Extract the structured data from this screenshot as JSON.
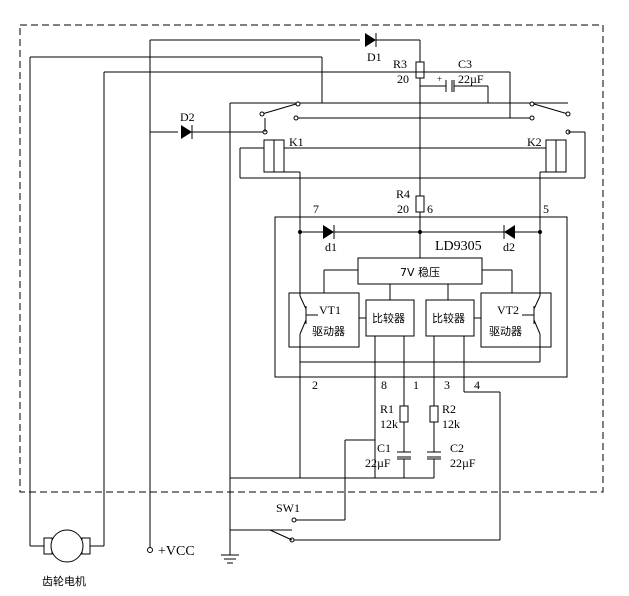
{
  "components": {
    "d1_top": "D1",
    "d2_left": "D2",
    "r3": "R3",
    "r3_value": "20",
    "c3": "C3",
    "c3_value": "22µF",
    "k1": "K1",
    "k2": "K2",
    "r4": "R4",
    "r4_value": "20",
    "ic_name": "LD9305",
    "regulator": "7V 稳压",
    "vt1": "VT1",
    "vt1_sub": "驱动器",
    "vt2": "VT2",
    "vt2_sub": "驱动器",
    "comparator_left": "比较器",
    "comparator_right": "比较器",
    "diode_d1": "d1",
    "diode_d2": "d2",
    "r1": "R1",
    "r1_value": "12k",
    "r2": "R2",
    "r2_value": "12k",
    "c1": "C1",
    "c1_value": "22µF",
    "c2": "C2",
    "c2_value": "22µF",
    "sw1": "SW1",
    "vcc": "+VCC",
    "motor": "齿轮电机"
  },
  "pins": {
    "p1": "1",
    "p2": "2",
    "p3": "3",
    "p4": "4",
    "p5": "5",
    "p6": "6",
    "p7": "7",
    "p8": "8"
  }
}
